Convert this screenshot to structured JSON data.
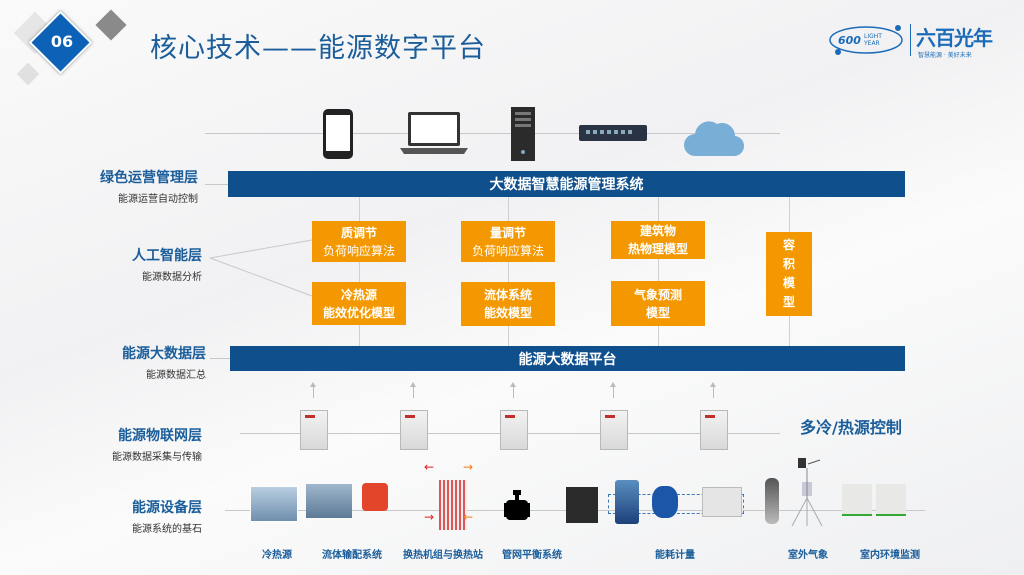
{
  "header": {
    "badge": "06",
    "title": "核心技术——能源数字平台",
    "logo_text": "六百光年",
    "logo_en": "600 LIGHT YEAR",
    "logo_slogan": "智慧能源 · 美好未来"
  },
  "layers": [
    {
      "title": "绿色运营管理层",
      "subtitle": "能源运营自动控制"
    },
    {
      "title": "人工智能层",
      "subtitle": "能源数据分析"
    },
    {
      "title": "能源大数据层",
      "subtitle": "能源数据汇总"
    },
    {
      "title": "能源物联网层",
      "subtitle": "能源数据采集与传输"
    },
    {
      "title": "能源设备层",
      "subtitle": "能源系统的基石"
    }
  ],
  "bars": {
    "top": "大数据智慧能源管理系统",
    "middle": "能源大数据平台"
  },
  "ai_models": [
    {
      "line1": "质调节",
      "line2": "负荷响应算法"
    },
    {
      "line1": "冷热源",
      "line2": "能效优化模型"
    },
    {
      "line1": "量调节",
      "line2": "负荷响应算法"
    },
    {
      "line1": "流体系统",
      "line2": "能效模型"
    },
    {
      "line1": "建筑物",
      "line2": "热物理模型"
    },
    {
      "line1": "气象预测",
      "line2": "模型"
    },
    {
      "line1": "容",
      "line2": "积",
      "line3": "模",
      "line4": "型"
    }
  ],
  "iot_label": "多冷/热源控制",
  "equipment_labels": [
    "冷热源",
    "流体输配系统",
    "换热机组与换热站",
    "管网平衡系统",
    "能耗计量",
    "室外气象",
    "室内环境监测"
  ],
  "colors": {
    "primary": "#0e4f8c",
    "accent": "#f39800",
    "title": "#1b5e9a"
  }
}
